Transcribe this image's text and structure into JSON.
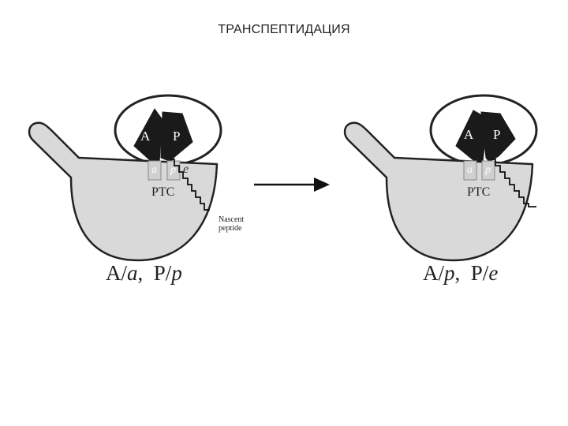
{
  "title": "ТРАНСПЕПТИДАЦИЯ",
  "colors": {
    "subunit_fill": "#d9d9d9",
    "outline": "#222222",
    "trna_fill": "#1a1a1a",
    "trna_letters": "#ffffff",
    "background": "#ffffff"
  },
  "icons": {
    "arrow": "right-arrow"
  },
  "left_state": {
    "trna_labels": {
      "a_site": "A",
      "p_site": "P"
    },
    "site_labels": {
      "a": "a",
      "p": "p",
      "e": "e"
    },
    "ptc_label": "PTC",
    "nascent_label": [
      "Nascent",
      "peptide"
    ],
    "state_label": {
      "a_big": "A",
      "a_small": "a",
      "sep": ",  ",
      "p_big": "P",
      "p_small": "p"
    }
  },
  "right_state": {
    "trna_labels": {
      "a_site": "A",
      "p_site": "P"
    },
    "site_labels": {
      "a": "a",
      "p": "p"
    },
    "ptc_label": "PTC",
    "state_label": {
      "a_big": "A",
      "a_small": "p",
      "sep": ",  ",
      "p_big": "P",
      "p_small": "e"
    }
  }
}
